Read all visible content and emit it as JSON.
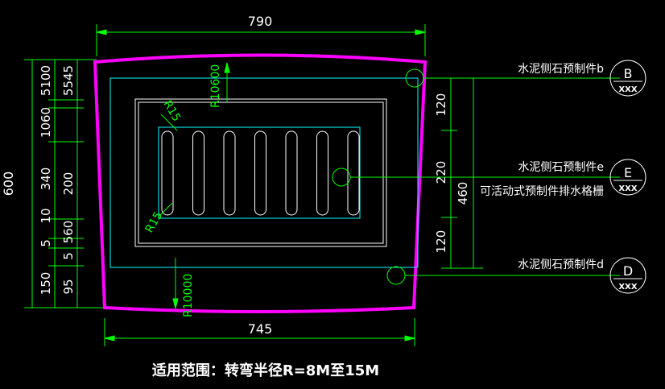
{
  "dimensions": {
    "top_width": "790",
    "bottom_width": "745",
    "left_total": "600",
    "left_col1": [
      "5100",
      "1060",
      "340",
      "10",
      "5",
      "150"
    ],
    "left_col2": [
      "5545",
      "200",
      "560",
      "5",
      "95"
    ],
    "right_total": "460",
    "right_col": [
      "120",
      "220",
      "120"
    ]
  },
  "radii": {
    "r_top": "R10600",
    "r_bottom": "R10000",
    "r_corner_top": "R15",
    "r_corner_bottom": "R15"
  },
  "callouts": [
    {
      "text": "水泥侧石预制件b",
      "tag_letter": "B",
      "tag_sub": "XXX"
    },
    {
      "text": "水泥侧石预制件e",
      "text2": "可活动式预制件排水格栅",
      "tag_letter": "E",
      "tag_sub": "XXX"
    },
    {
      "text": "水泥侧石预制件d",
      "tag_letter": "D",
      "tag_sub": "XXX"
    }
  ],
  "footer": "适用范围：转弯半径R=8M至15M",
  "colors": {
    "dim_line": "#00ff00",
    "outline": "#ff00ff",
    "inner_frame": "#00ffff",
    "grate": "#ffffff"
  },
  "slot_count": 7
}
